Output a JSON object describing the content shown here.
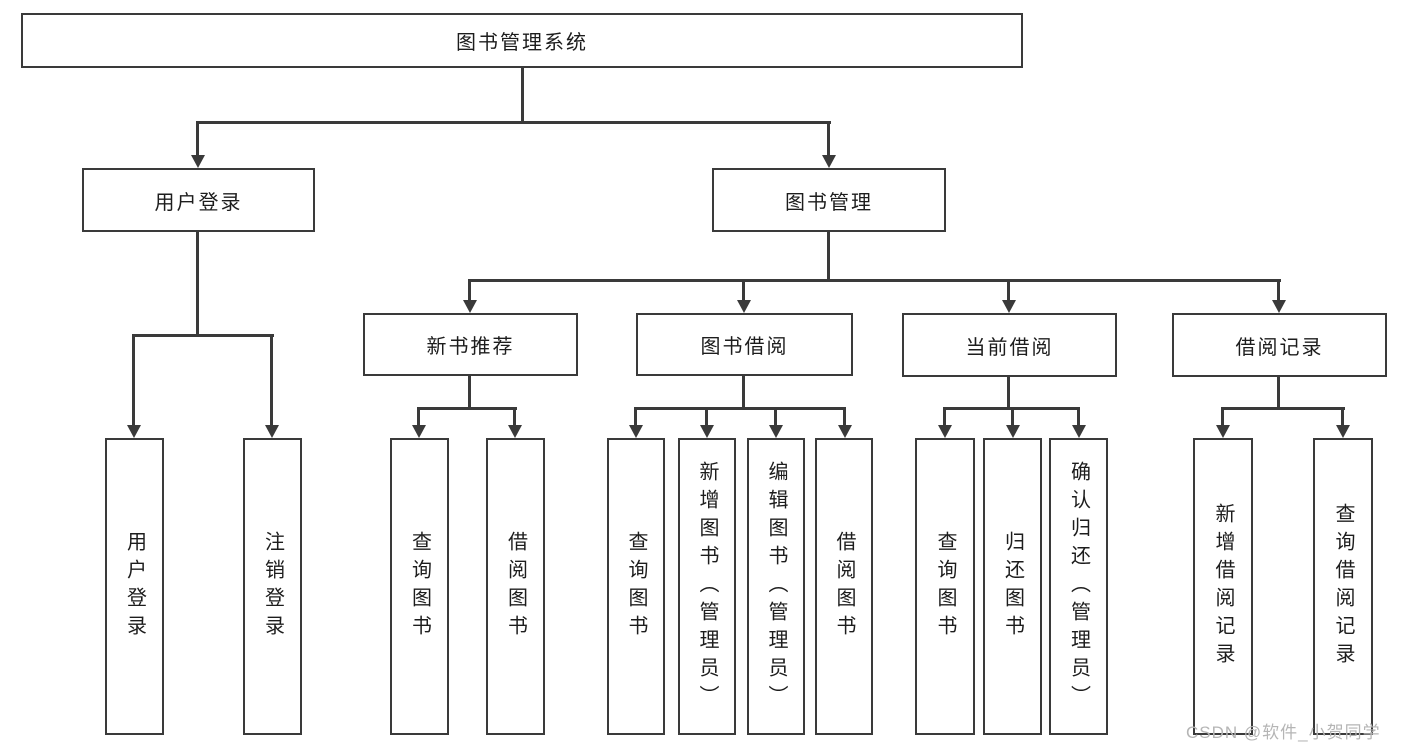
{
  "diagram": {
    "title": "图书管理系统",
    "root": {
      "label": "图书管理系统"
    },
    "level2": [
      {
        "label": "用户登录"
      },
      {
        "label": "图书管理"
      }
    ],
    "level3": [
      {
        "label": "新书推荐",
        "parent": "图书管理"
      },
      {
        "label": "图书借阅",
        "parent": "图书管理"
      },
      {
        "label": "当前借阅",
        "parent": "图书管理"
      },
      {
        "label": "借阅记录",
        "parent": "图书管理"
      }
    ],
    "leaves": [
      {
        "label": "用户登录",
        "parent": "用户登录"
      },
      {
        "label": "注销登录",
        "parent": "用户登录"
      },
      {
        "label": "查询图书",
        "parent": "新书推荐"
      },
      {
        "label": "借阅图书",
        "parent": "新书推荐"
      },
      {
        "label": "查询图书",
        "parent": "图书借阅"
      },
      {
        "label": "新增图书（管理员）",
        "parent": "图书借阅"
      },
      {
        "label": "编辑图书（管理员）",
        "parent": "图书借阅"
      },
      {
        "label": "借阅图书",
        "parent": "图书借阅"
      },
      {
        "label": "查询图书",
        "parent": "当前借阅"
      },
      {
        "label": "归还图书",
        "parent": "当前借阅"
      },
      {
        "label": "确认归还（管理员）",
        "parent": "当前借阅"
      },
      {
        "label": "新增借阅记录",
        "parent": "借阅记录"
      },
      {
        "label": "查询借阅记录",
        "parent": "借阅记录"
      }
    ],
    "watermark": "CSDN @软件_小贺同学",
    "colors": {
      "line": "#3a3a3a",
      "text": "#1d1d1d",
      "background": "#ffffff",
      "watermark": "#b5b5b5"
    }
  }
}
